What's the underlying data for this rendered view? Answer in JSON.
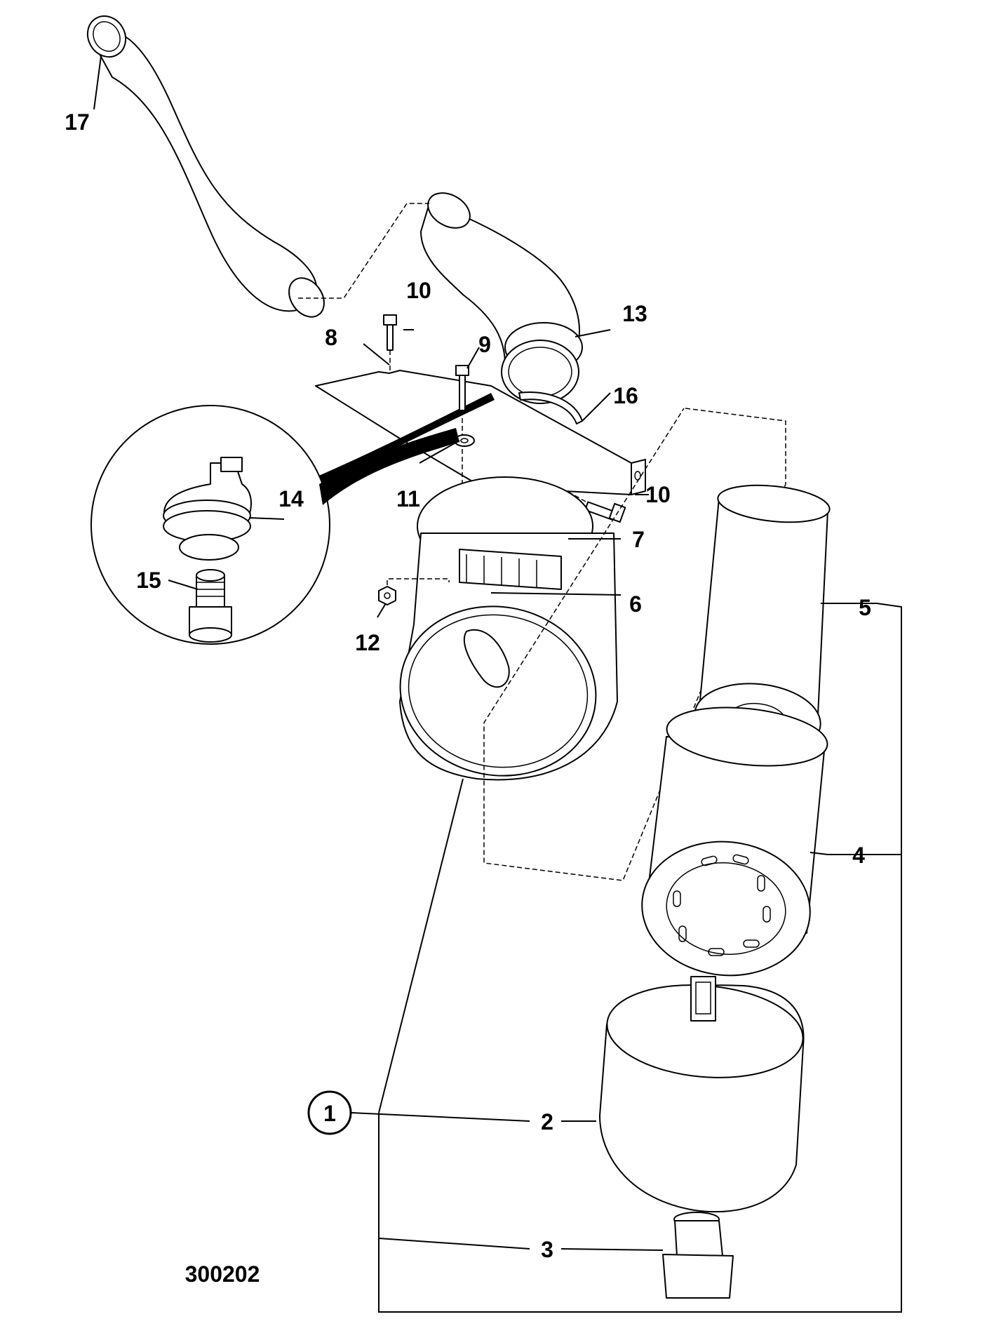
{
  "diagram": {
    "reference_number": "300202",
    "assembly_callout": "1",
    "callouts": {
      "c2": "2",
      "c3": "3",
      "c4": "4",
      "c5": "5",
      "c6": "6",
      "c7": "7",
      "c8": "8",
      "c9": "9",
      "c10a": "10",
      "c10b": "10",
      "c11": "11",
      "c12": "12",
      "c13": "13",
      "c14": "14",
      "c15": "15",
      "c16": "16",
      "c17": "17"
    }
  }
}
